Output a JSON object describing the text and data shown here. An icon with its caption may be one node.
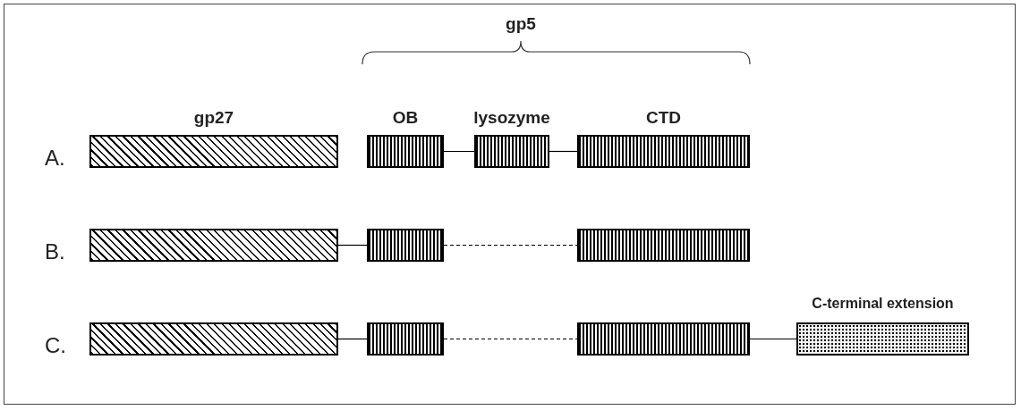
{
  "diagram": {
    "nodes": [
      {
        "text": [
          "gp27"
        ]
      },
      {
        "text": [
          "OB"
        ]
      },
      {
        "text": [
          "lysozyme"
        ]
      },
      {
        "text": [
          "CTD"
        ]
      },
      {
        "text": [],
        "shape": "box"
      },
      {
        "text": [],
        "shape": "box"
      },
      {
        "text": [],
        "shape": "box"
      },
      {
        "text": [],
        "shape": "box"
      },
      {
        "text": [],
        "shape": "box"
      },
      {
        "text": [],
        "shape": "box"
      },
      {
        "text": [
          "C-terminal extension"
        ]
      }
    ],
    "edges": [
      {
        "from": 1,
        "to": 2,
        "arrow": "none"
      },
      {
        "from": 2,
        "to": 3,
        "arrow": "none"
      },
      {
        "from": 4,
        "to": 5,
        "arrow": "none"
      },
      {
        "from": 5,
        "to": 6,
        "arrow": "none",
        "style": "dashed"
      },
      {
        "from": 7,
        "to": 8,
        "arrow": "none"
      },
      {
        "from": 8,
        "to": 9,
        "arrow": "none",
        "style": "dashed"
      },
      {
        "from": 9,
        "to": 10,
        "arrow": "none"
      }
    ],
    "labels": [
      "gp5",
      "A.",
      "B.",
      "C."
    ]
  }
}
